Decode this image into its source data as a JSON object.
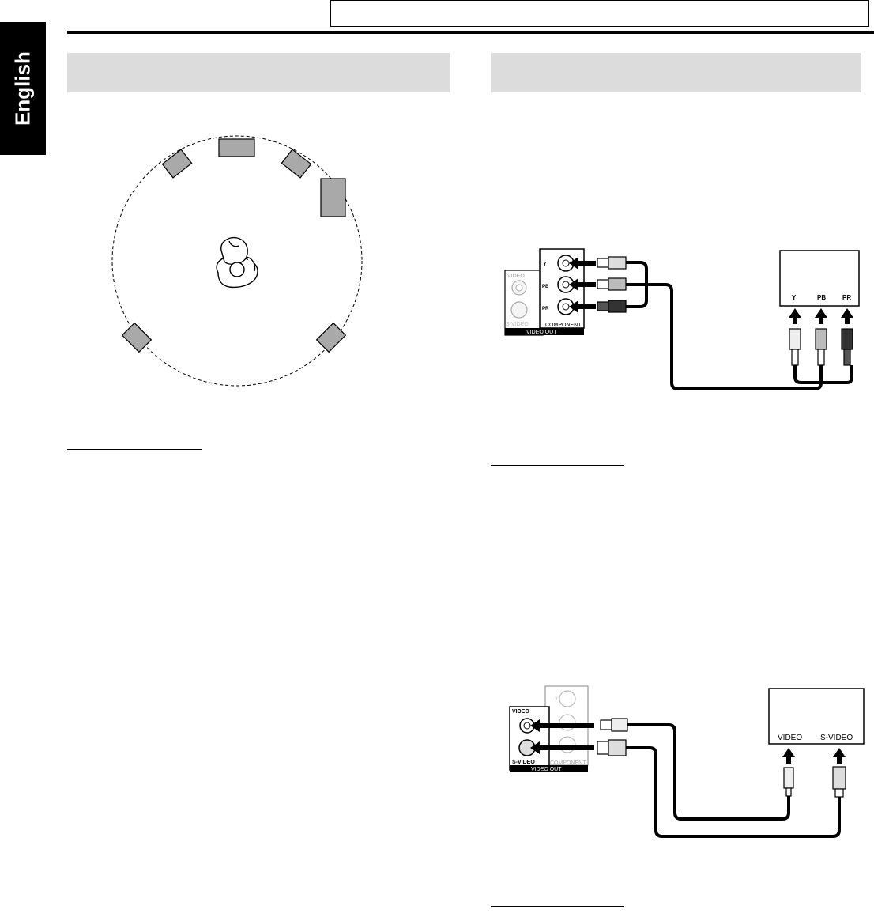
{
  "language_tab": {
    "label": "English"
  },
  "header": {
    "title": ""
  },
  "left_section": {
    "title": ""
  },
  "right_section": {
    "title": ""
  },
  "component_diagram": {
    "player_panel": {
      "video_label": "VIDEO",
      "svideo_label": "S-VIDEO",
      "component_label": "COMPONENT",
      "video_out_label": "VIDEO OUT",
      "jack_labels": [
        "Y",
        "PB",
        "PR"
      ]
    },
    "tv_labels": [
      "Y",
      "PB",
      "PR"
    ]
  },
  "video_diagram": {
    "player_panel": {
      "video_label": "VIDEO",
      "svideo_label": "S-VIDEO",
      "component_label": "COMPONENT",
      "video_out_label": "VIDEO OUT",
      "y_label": "Y"
    },
    "tv_labels": [
      "VIDEO",
      "S-VIDEO"
    ]
  }
}
